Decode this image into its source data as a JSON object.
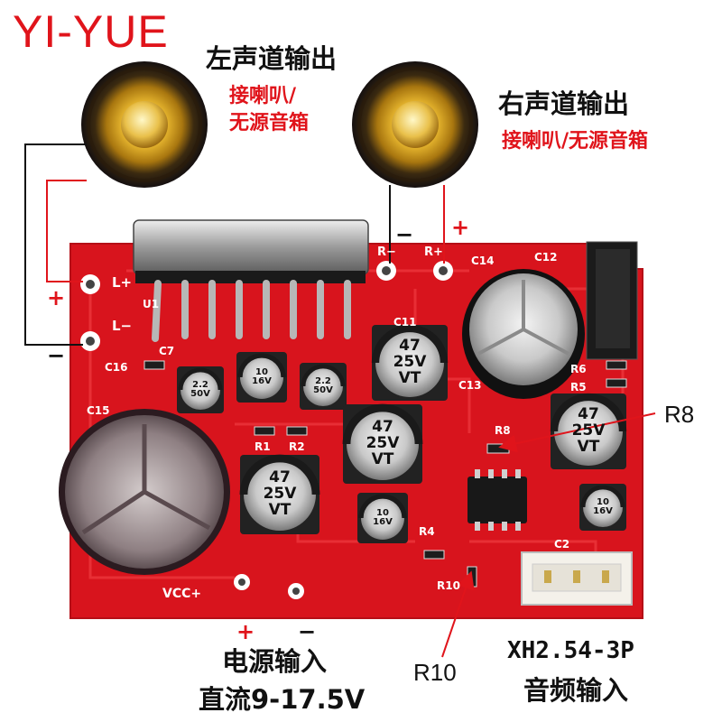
{
  "brand": "YI-YUE",
  "left_channel": {
    "title": "左声道输出",
    "note_line1": "接喇叭/",
    "note_line2": "无源音箱",
    "plus_sign": "+",
    "minus_sign": "−",
    "terminal_plus": "L+",
    "terminal_minus": "L−"
  },
  "right_channel": {
    "title": "右声道输出",
    "note": "接喇叭/无源音箱",
    "plus_sign": "+",
    "minus_sign": "−",
    "terminal_plus": "R+",
    "terminal_minus": "R−"
  },
  "callouts": {
    "r8": "R8",
    "r10": "R10"
  },
  "power": {
    "plus_sign": "+",
    "minus_sign": "−",
    "line1": "电源输入",
    "line2": "直流9-17.5V",
    "vcc_label": "VCC+"
  },
  "audio_input": {
    "connector": "XH2.54-3P",
    "label": "音频输入"
  },
  "board": {
    "color": "#d8141d",
    "silk_labels": [
      {
        "text": "U1"
      },
      {
        "text": "C7"
      },
      {
        "text": "C16"
      },
      {
        "text": "C15"
      },
      {
        "text": "R1"
      },
      {
        "text": "R2"
      },
      {
        "text": "C11"
      },
      {
        "text": "C14"
      },
      {
        "text": "C12"
      },
      {
        "text": "R6"
      },
      {
        "text": "R5"
      },
      {
        "text": "R8"
      },
      {
        "text": "R4"
      },
      {
        "text": "R10"
      },
      {
        "text": "C2"
      },
      {
        "text": "C13"
      }
    ],
    "capacitors": [
      {
        "line1": "2.2",
        "line2": "50V"
      },
      {
        "line1": "10",
        "line2": "16V"
      },
      {
        "line1": "2.2",
        "line2": "50V"
      },
      {
        "line1": "47",
        "line2": "25V",
        "line3": "VT"
      },
      {
        "line1": "47",
        "line2": "25V",
        "line3": "VT"
      },
      {
        "line1": "47",
        "line2": "25V",
        "line3": "VT"
      },
      {
        "line1": "47",
        "line2": "25V",
        "line3": "VT"
      },
      {
        "line1": "10",
        "line2": "16V"
      },
      {
        "line1": "10",
        "line2": "16V"
      }
    ]
  }
}
